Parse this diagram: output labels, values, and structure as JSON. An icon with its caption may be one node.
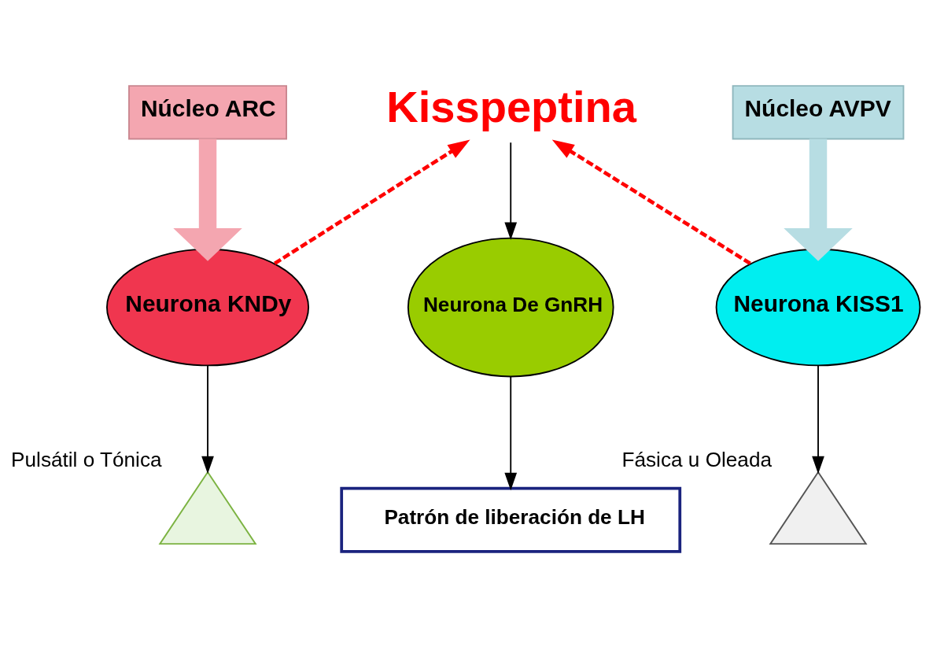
{
  "diagram": {
    "nodes": [
      {
        "text": [
          "Núcleo ARC"
        ]
      },
      {
        "text": [
          "Kisspeptina"
        ]
      },
      {
        "text": [
          "Núcleo AVPV"
        ]
      },
      {
        "text": [
          "Neurona KNDy"
        ]
      },
      {
        "text": [
          "Neurona De GnRH"
        ]
      },
      {
        "text": [
          "Neurona KISS1"
        ]
      },
      {
        "text": [],
        "shape": "picture",
        "beside": [
          "Pulsátil o Tónica"
        ]
      },
      {
        "text": [
          "Patrón de liberación de LH"
        ]
      },
      {
        "text": [],
        "shape": "picture",
        "beside": [
          "Fásica u Oleada"
        ]
      }
    ],
    "edges": [
      {
        "from": 0,
        "to": 3,
        "arrow": "to",
        "style": "thick",
        "color": "#f4a6b0"
      },
      {
        "from": 2,
        "to": 5,
        "arrow": "to",
        "style": "thick",
        "color": "#b7dde3"
      },
      {
        "from": 3,
        "to": 1,
        "arrow": "to",
        "style": "dashed",
        "color": "#ff0000"
      },
      {
        "from": 1,
        "to": 4,
        "arrow": "to"
      },
      {
        "from": 5,
        "to": 1,
        "arrow": "to",
        "style": "dashed",
        "color": "#ff0000"
      },
      {
        "from": 3,
        "to": 6,
        "arrow": "to"
      },
      {
        "from": 4,
        "to": 7,
        "arrow": "to"
      },
      {
        "from": 5,
        "to": 8,
        "arrow": "to"
      }
    ]
  }
}
